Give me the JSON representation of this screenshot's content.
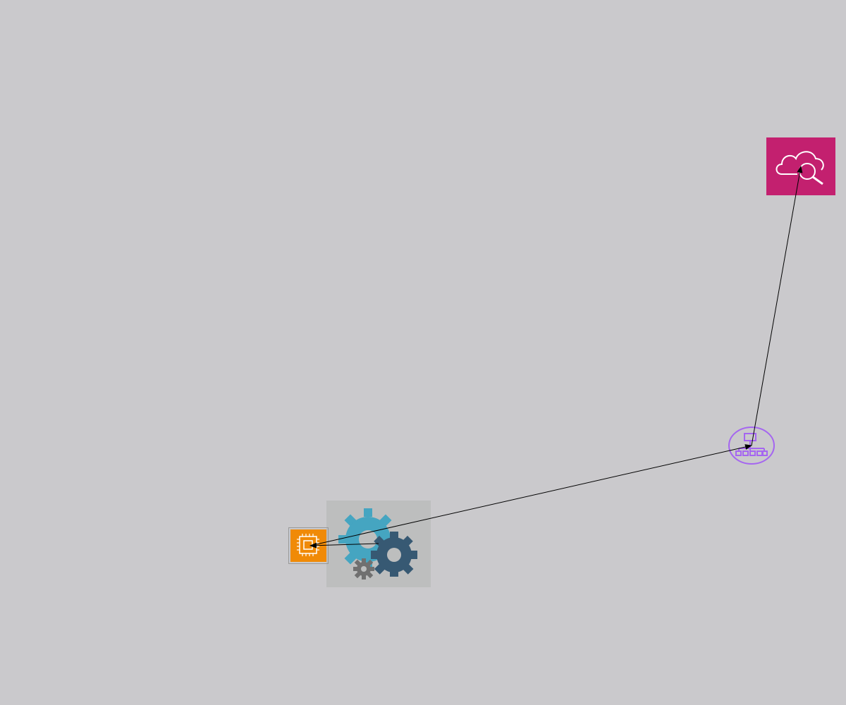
{
  "canvas": {
    "background": "#cac9cc"
  },
  "nodes": [
    {
      "id": "cloud-search",
      "icon": "cloud-search-icon",
      "color": "#c3206f"
    },
    {
      "id": "network",
      "icon": "network-hierarchy-icon",
      "color": "#a566f0"
    },
    {
      "id": "gears",
      "icon": "gears-icon",
      "color": "#bdbebe"
    },
    {
      "id": "ec2",
      "icon": "chip-icon",
      "color": "#f08a07"
    }
  ],
  "edges": [
    {
      "from": "gears",
      "to": "ec2",
      "arrow": "end"
    },
    {
      "from": "ec2",
      "to": "network",
      "arrow": "end"
    },
    {
      "from": "network",
      "to": "cloud-search",
      "arrow": "end"
    }
  ],
  "colors": {
    "edge": "#000000",
    "gear_light": "#45a5c1",
    "gear_dark": "#375973",
    "gear_small": "#707070"
  }
}
